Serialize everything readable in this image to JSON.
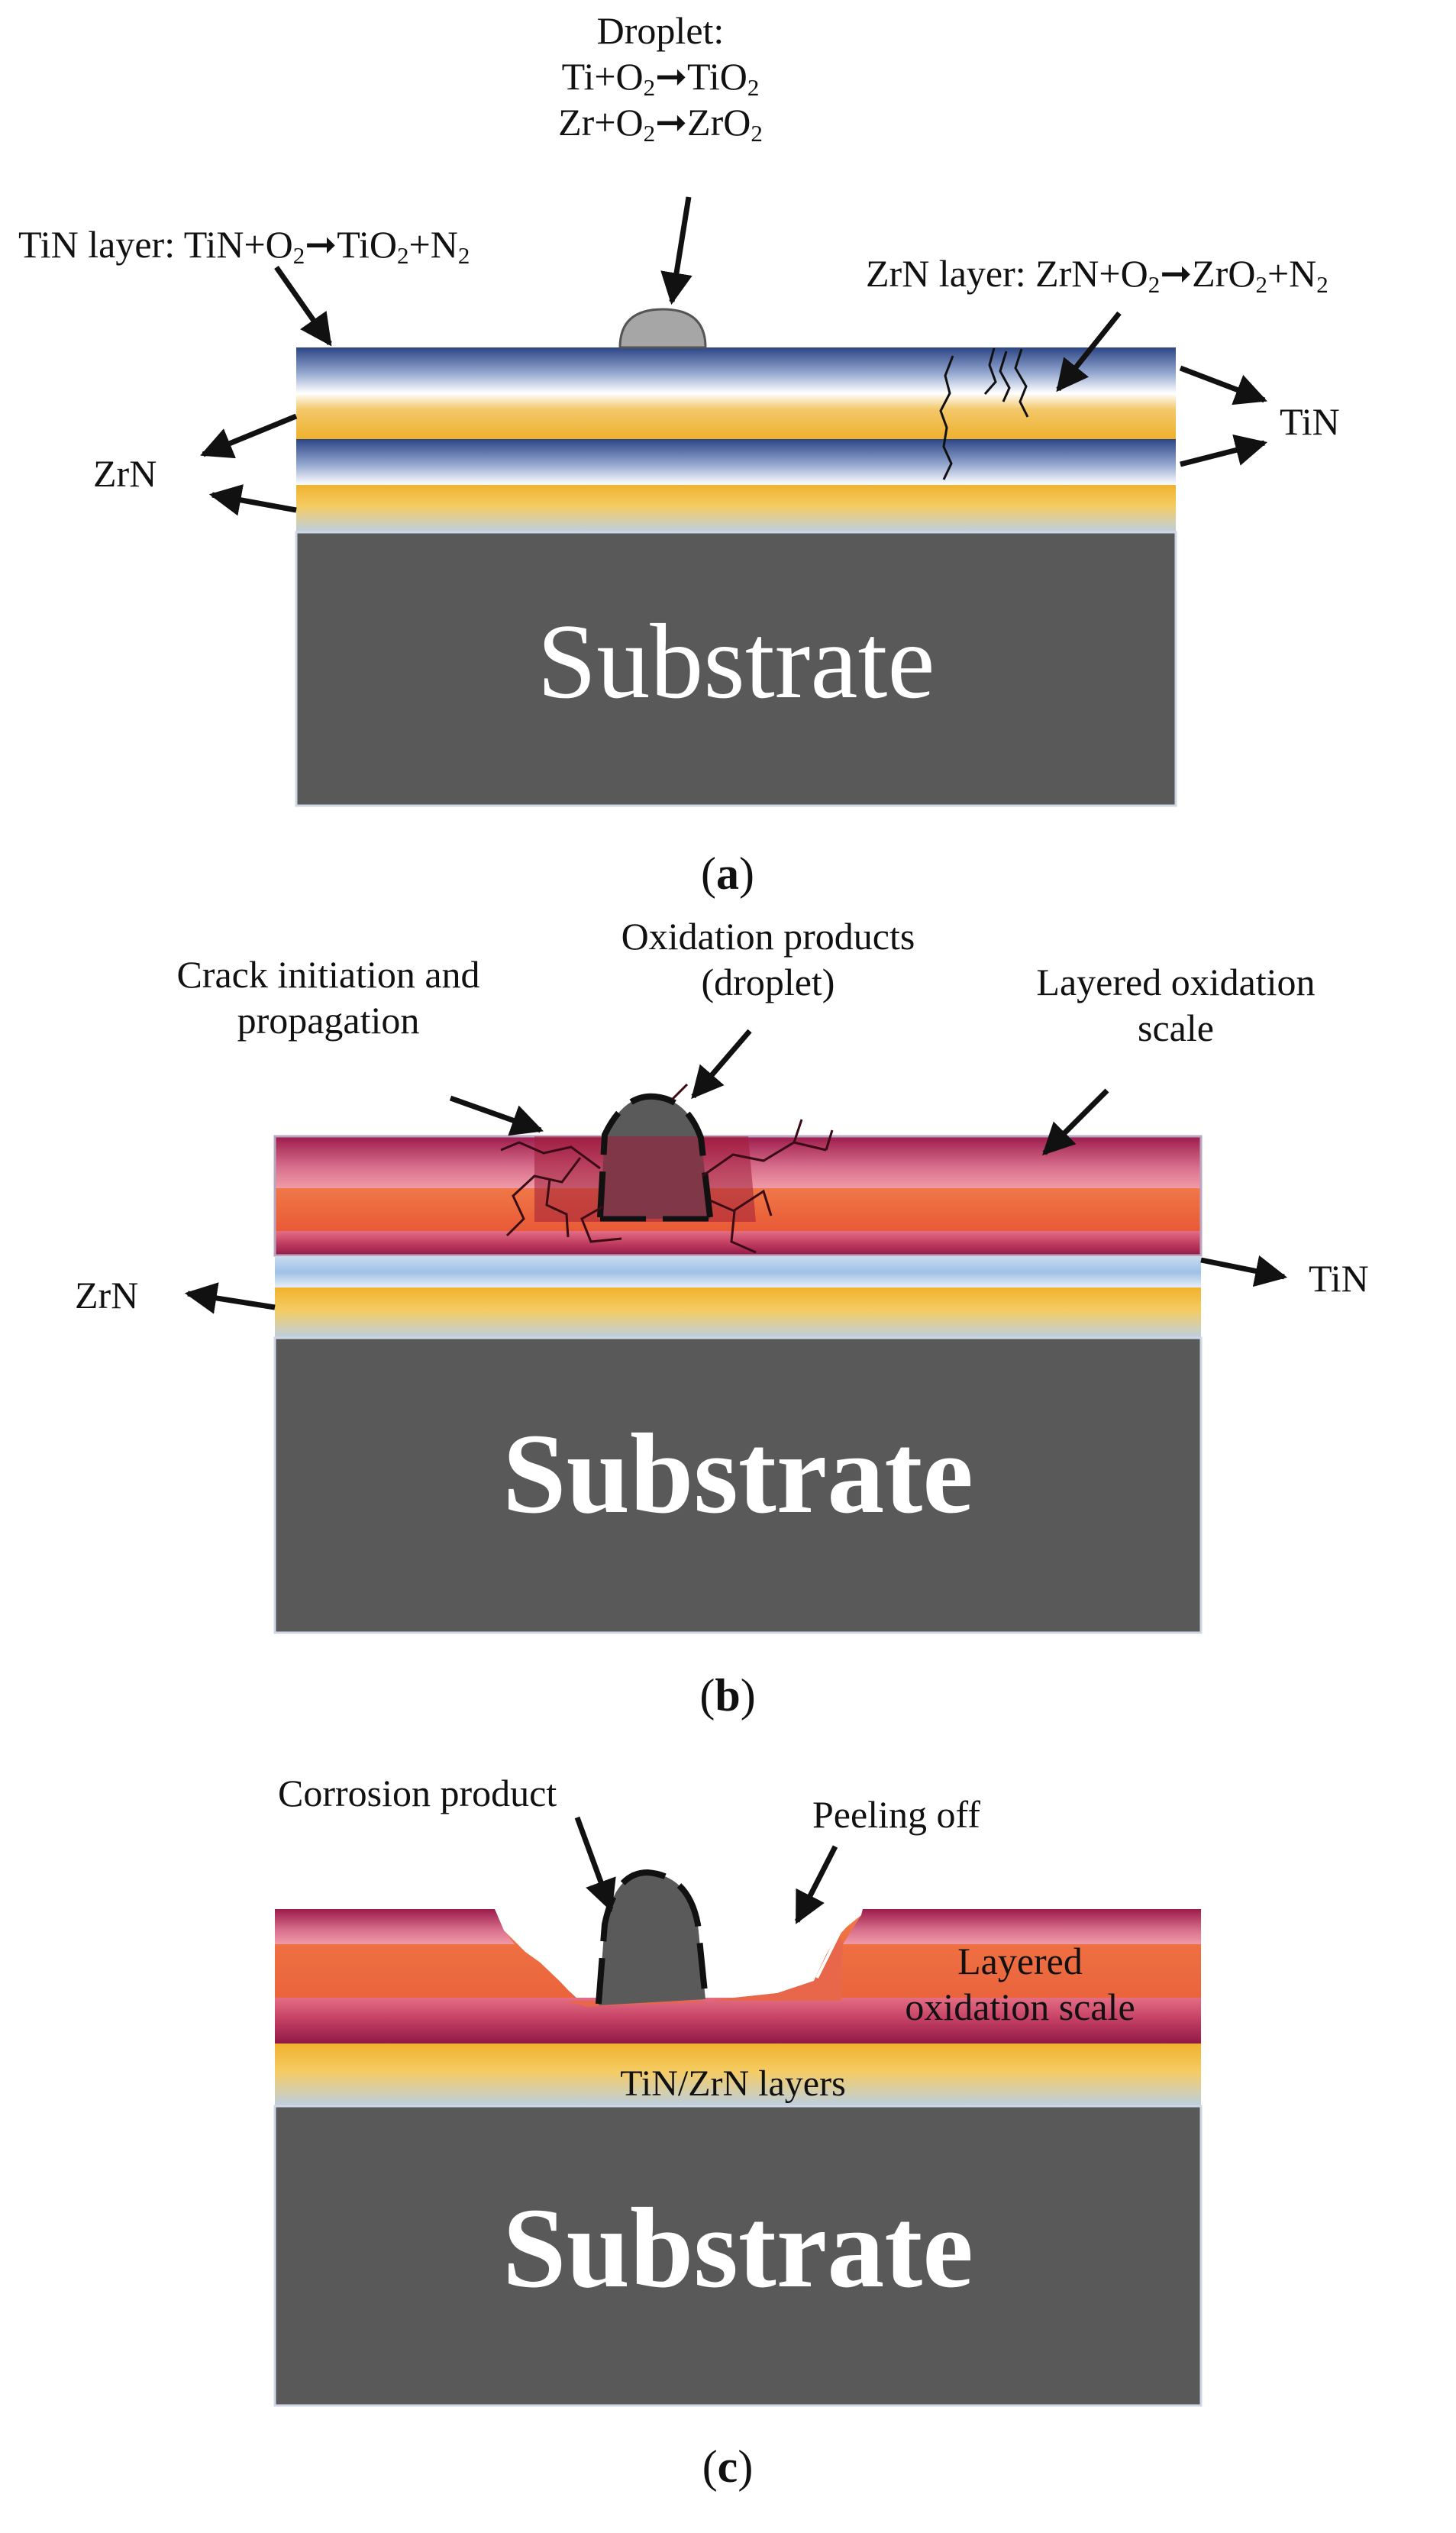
{
  "panel_a": {
    "droplet_title": "Droplet:",
    "droplet_reaction_1": {
      "a": "Ti+O",
      "a_sub": "2",
      "arrow": "➞",
      "b": "TiO",
      "b_sub": "2"
    },
    "droplet_reaction_2": {
      "a": "Zr+O",
      "a_sub": "2",
      "arrow": "➞",
      "b": "ZrO",
      "b_sub": "2"
    },
    "tin_layer": {
      "prefix": "TiN layer: TiN+O",
      "s1": "2",
      "arrow": "➞",
      "mid": "TiO",
      "s2": "2",
      "plus": "+N",
      "s3": "2"
    },
    "zrn_layer": {
      "prefix": "ZrN layer: ZrN+O",
      "s1": "2",
      "arrow": "➞",
      "mid": "ZrO",
      "s2": "2",
      "plus": "+N",
      "s3": "2"
    },
    "label_tin": "TiN",
    "label_zrn": "ZrN",
    "substrate": "Substrate",
    "caption_open": "(",
    "caption_letter": "a",
    "caption_close": ")"
  },
  "panel_b": {
    "crack_label_1": "Crack initiation and",
    "crack_label_2": "propagation",
    "oxidation_products_1": "Oxidation products",
    "oxidation_products_2": "(droplet)",
    "layered_scale_1": "Layered oxidation",
    "layered_scale_2": "scale",
    "label_tin": "TiN",
    "label_zrn": "ZrN",
    "substrate": "Substrate",
    "caption_open": "(",
    "caption_letter": "b",
    "caption_close": ")"
  },
  "panel_c": {
    "corrosion_product": "Corrosion product",
    "peeling_off": "Peeling off",
    "layered_scale_1": "Layered",
    "layered_scale_2": "oxidation scale",
    "tin_zrn_layers": "TiN/ZrN layers",
    "substrate": "Substrate",
    "caption_open": "(",
    "caption_letter": "c",
    "caption_close": ")"
  },
  "colors": {
    "substrate": "#595959",
    "tin_blue": "#2e4a8c",
    "zrn_gold": "#f1b436",
    "oxide_crimson": "#9e1f4e",
    "oxide_orange": "#ec6a3a",
    "droplet_gray": "#a6a6a6"
  }
}
